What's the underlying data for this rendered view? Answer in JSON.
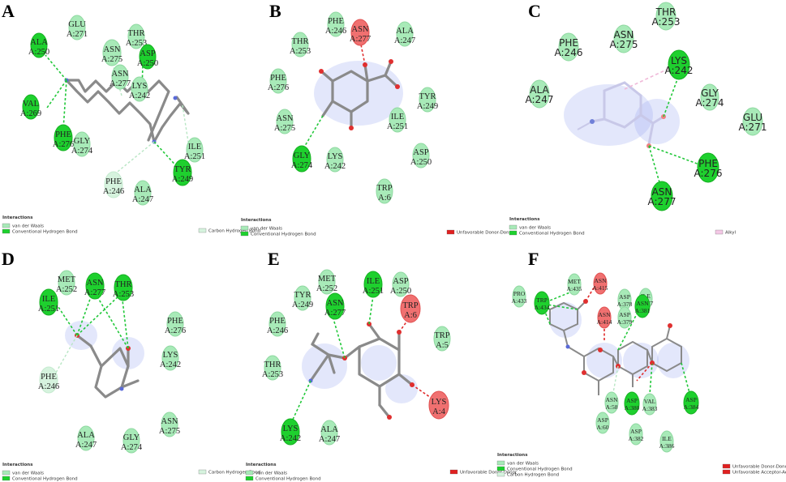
{
  "colors": {
    "vdw": "#a8eab8",
    "hbond": "#1ed02e",
    "unfavorable": "#f07070",
    "carbon_h": "#d6f3de",
    "alkyl": "#f4c8e6"
  },
  "panels": [
    {
      "label": "A",
      "residues": [
        {
          "name": "GLU",
          "num": "A:271",
          "type": "vdw"
        },
        {
          "name": "THR",
          "num": "A:253",
          "type": "vdw"
        },
        {
          "name": "ALA",
          "num": "A:250",
          "type": "hbond"
        },
        {
          "name": "ASN",
          "num": "A:275",
          "type": "vdw"
        },
        {
          "name": "ASP",
          "num": "A:250",
          "type": "hbond"
        },
        {
          "name": "ASN",
          "num": "A:277",
          "type": "vdw"
        },
        {
          "name": "LYS",
          "num": "A:242",
          "type": "vdw"
        },
        {
          "name": "VAL",
          "num": "A:269",
          "type": "hbond"
        },
        {
          "name": "PHE",
          "num": "A:276",
          "type": "hbond"
        },
        {
          "name": "GLY",
          "num": "A:274",
          "type": "vdw"
        },
        {
          "name": "ILE",
          "num": "A:251",
          "type": "vdw"
        },
        {
          "name": "PHE",
          "num": "A:246",
          "type": "carbon_h"
        },
        {
          "name": "ALA",
          "num": "A:247",
          "type": "vdw"
        },
        {
          "name": "TYR",
          "num": "A:249",
          "type": "hbond"
        }
      ],
      "legend": {
        "title": "Interactions",
        "items": [
          "van der Waals",
          "Conventional Hydrogen Bond"
        ],
        "extra": "Carbon Hydrogen Bond"
      }
    },
    {
      "label": "B",
      "residues": [
        {
          "name": "PHE",
          "num": "A:246",
          "type": "vdw"
        },
        {
          "name": "ASN",
          "num": "A:277",
          "type": "unfavorable"
        },
        {
          "name": "ALA",
          "num": "A:247",
          "type": "vdw"
        },
        {
          "name": "THR",
          "num": "A:253",
          "type": "vdw"
        },
        {
          "name": "PHE",
          "num": "A:276",
          "type": "vdw"
        },
        {
          "name": "TYR",
          "num": "A:249",
          "type": "vdw"
        },
        {
          "name": "ASN",
          "num": "A:275",
          "type": "vdw"
        },
        {
          "name": "ILE",
          "num": "A:251",
          "type": "vdw"
        },
        {
          "name": "GLY",
          "num": "A:274",
          "type": "hbond"
        },
        {
          "name": "LYS",
          "num": "A:242",
          "type": "vdw"
        },
        {
          "name": "ASP",
          "num": "A:250",
          "type": "vdw"
        },
        {
          "name": "TRP",
          "num": "A:6",
          "type": "vdw"
        }
      ],
      "legend": {
        "title": "Interactions",
        "items": [
          "van der Waals",
          "Conventional Hydrogen Bond"
        ],
        "extra": "Unfavorable Donor-Donor"
      }
    },
    {
      "label": "C",
      "residues": [
        {
          "name": "THR",
          "num": "A:253",
          "type": "vdw"
        },
        {
          "name": "PHE",
          "num": "A:246",
          "type": "vdw"
        },
        {
          "name": "ASN",
          "num": "A:275",
          "type": "vdw"
        },
        {
          "name": "LYS",
          "num": "A:242",
          "type": "hbond"
        },
        {
          "name": "ALA",
          "num": "A:247",
          "type": "vdw"
        },
        {
          "name": "GLY",
          "num": "A:274",
          "type": "vdw"
        },
        {
          "name": "GLU",
          "num": "A:271",
          "type": "vdw"
        },
        {
          "name": "PHE",
          "num": "A:276",
          "type": "hbond"
        },
        {
          "name": "ASN",
          "num": "A:277",
          "type": "hbond"
        }
      ],
      "legend": {
        "title": "Interactions",
        "items": [
          "van der Waals",
          "Conventional Hydrogen Bond"
        ],
        "extra": "Alkyl"
      }
    },
    {
      "label": "D",
      "residues": [
        {
          "name": "MET",
          "num": "A:252",
          "type": "vdw"
        },
        {
          "name": "ASN",
          "num": "A:277",
          "type": "hbond"
        },
        {
          "name": "THR",
          "num": "A:253",
          "type": "hbond"
        },
        {
          "name": "ILE",
          "num": "A:251",
          "type": "hbond"
        },
        {
          "name": "PHE",
          "num": "A:276",
          "type": "vdw"
        },
        {
          "name": "LYS",
          "num": "A:242",
          "type": "vdw"
        },
        {
          "name": "PHE",
          "num": "A:246",
          "type": "carbon_h"
        },
        {
          "name": "ASN",
          "num": "A:275",
          "type": "vdw"
        },
        {
          "name": "ALA",
          "num": "A:247",
          "type": "vdw"
        },
        {
          "name": "GLY",
          "num": "A:274",
          "type": "vdw"
        }
      ],
      "legend": {
        "title": "Interactions",
        "items": [
          "van der Waals",
          "Conventional Hydrogen Bond"
        ],
        "extra": "Carbon Hydrogen Bond"
      }
    },
    {
      "label": "E",
      "residues": [
        {
          "name": "MET",
          "num": "A:252",
          "type": "vdw"
        },
        {
          "name": "ILE",
          "num": "A:251",
          "type": "hbond"
        },
        {
          "name": "ASP",
          "num": "A:250",
          "type": "vdw"
        },
        {
          "name": "TYR",
          "num": "A:249",
          "type": "vdw"
        },
        {
          "name": "ASN",
          "num": "A:277",
          "type": "hbond"
        },
        {
          "name": "TRP",
          "num": "A:6",
          "type": "unfavorable"
        },
        {
          "name": "PHE",
          "num": "A:246",
          "type": "vdw"
        },
        {
          "name": "TRP",
          "num": "A:5",
          "type": "vdw"
        },
        {
          "name": "THR",
          "num": "A:253",
          "type": "vdw"
        },
        {
          "name": "LYS",
          "num": "A:4",
          "type": "unfavorable"
        },
        {
          "name": "LYS",
          "num": "A:242",
          "type": "hbond"
        },
        {
          "name": "ALA",
          "num": "A:247",
          "type": "vdw"
        }
      ],
      "legend": {
        "title": "Interactions",
        "items": [
          "van der Waals",
          "Conventional Hydrogen Bond"
        ],
        "extra": "Unfavorable Donor-Donor"
      }
    },
    {
      "label": "F",
      "residues": [
        {
          "name": "MET",
          "num": "A:435",
          "type": "vdw"
        },
        {
          "name": "ASN",
          "num": "A:415",
          "type": "unfavorable"
        },
        {
          "name": "TRP",
          "num": "A:434",
          "type": "hbond"
        },
        {
          "name": "ASP",
          "num": "A:378",
          "type": "vdw"
        },
        {
          "name": "ILE",
          "num": "A:377",
          "type": "vdw"
        },
        {
          "name": "PRO",
          "num": "A:433",
          "type": "vdw"
        },
        {
          "name": "ASP",
          "num": "A:379",
          "type": "vdw"
        },
        {
          "name": "ASN",
          "num": "A:381",
          "type": "hbond"
        },
        {
          "name": "ASN",
          "num": "A:414",
          "type": "unfavorable"
        },
        {
          "name": "ASN",
          "num": "A:58",
          "type": "vdw"
        },
        {
          "name": "ASP",
          "num": "A:380",
          "type": "hbond"
        },
        {
          "name": "VAL",
          "num": "A:383",
          "type": "vdw"
        },
        {
          "name": "ASP",
          "num": "A:384",
          "type": "hbond"
        },
        {
          "name": "ASP",
          "num": "A:60",
          "type": "vdw"
        },
        {
          "name": "ASP",
          "num": "A:382",
          "type": "vdw"
        },
        {
          "name": "ILE",
          "num": "A:386",
          "type": "vdw"
        }
      ],
      "legend": {
        "title": "Interactions",
        "items": [
          "van der Waals",
          "Conventional Hydrogen Bond",
          "Carbon Hydrogen Bond"
        ],
        "extra": "Unfavorable Donor-Donor",
        "extra2": "Unfavorable Acceptor-Acceptor"
      }
    }
  ]
}
